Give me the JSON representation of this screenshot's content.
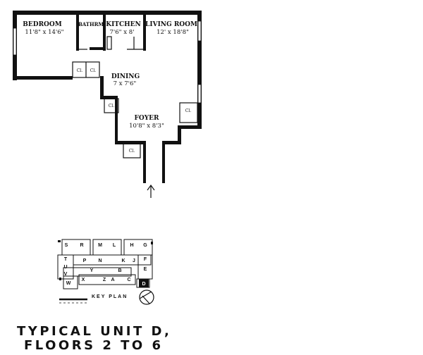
{
  "rooms": {
    "bedroom": {
      "name": "BEDROOM",
      "dims": "11'8\" x 14'6\""
    },
    "bathroom": {
      "name": "BATHRM"
    },
    "kitchen": {
      "name": "KITCHEN",
      "dims": "7'6\" x 8'"
    },
    "living": {
      "name": "LIVING ROOM",
      "dims": "12' x 18'8\""
    },
    "dining": {
      "name": "DINING",
      "dims": "7 x 7'6\""
    },
    "foyer": {
      "name": "FOYER",
      "dims": "10'8\" x 8'3\""
    }
  },
  "closet_label": "Cl.",
  "key_plan": {
    "caption": "KEY PLAN",
    "letters": [
      "S",
      "R",
      "M",
      "L",
      "H",
      "G",
      "T",
      "P",
      "N",
      "K",
      "J",
      "F",
      "U",
      "Y",
      "B",
      "E",
      "V",
      "W",
      "X",
      "Z",
      "A",
      "C",
      "D"
    ]
  },
  "title": {
    "line1": "TYPICAL UNIT D,",
    "line2": "FLOORS 2 TO 6"
  }
}
